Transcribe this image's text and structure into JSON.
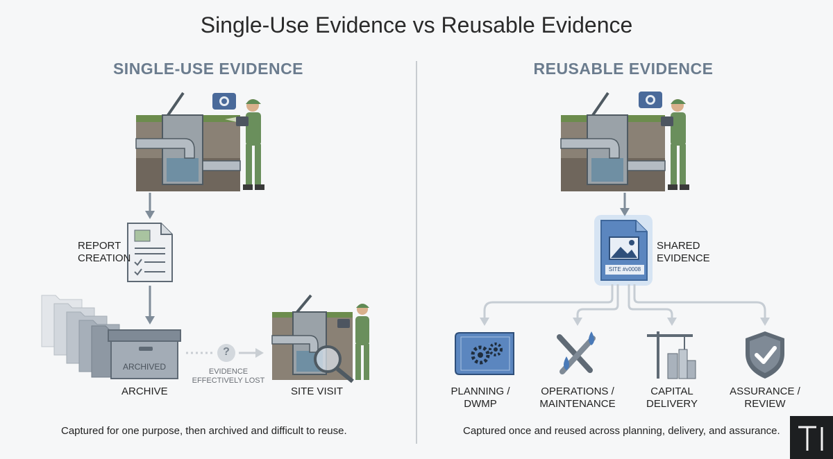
{
  "title": "Single-Use Evidence vs Reusable Evidence",
  "left": {
    "heading": "SINGLE-USE EVIDENCE",
    "report_label_line1": "REPORT",
    "report_label_line2": "CREATION",
    "archive_box_label": "ARCHIVED",
    "archive_label": "ARCHIVE",
    "lost_mark": "?",
    "lost_line1": "EVIDENCE",
    "lost_line2": "EFFECTIVELY LOST",
    "site_visit_label": "SITE VISIT",
    "caption": "Captured for one purpose, then archived and difficult to reuse."
  },
  "right": {
    "heading": "REUSABLE EVIDENCE",
    "shared_label_line1": "SHARED",
    "shared_label_line2": "EVIDENCE",
    "tag_text": "SITE #v0008",
    "uses": [
      {
        "line1": "PLANNING /",
        "line2": "DWMP",
        "icon": "blueprint-gears-icon"
      },
      {
        "line1": "OPERATIONS /",
        "line2": "MAINTENANCE",
        "icon": "wrench-droplets-icon"
      },
      {
        "line1": "CAPITAL",
        "line2": "DELIVERY",
        "icon": "crane-building-icon"
      },
      {
        "line1": "ASSURANCE /",
        "line2": "REVIEW",
        "icon": "shield-check-icon"
      }
    ],
    "caption": "Captured once and reused across planning, delivery, and assurance."
  },
  "colors": {
    "accent_blue": "#5b86bf",
    "arrow_grey": "#7f8c99",
    "worker_green": "#6a8f5c",
    "heading_grey": "#6b7c8e"
  }
}
